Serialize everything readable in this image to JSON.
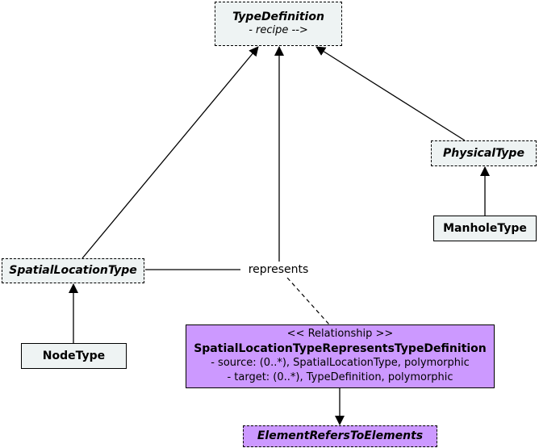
{
  "nodes": {
    "type_definition": {
      "name": "TypeDefinition",
      "note": "- recipe -->"
    },
    "physical_type": {
      "name": "PhysicalType"
    },
    "manhole_type": {
      "name": "ManholeType"
    },
    "spatial_location_type": {
      "name": "SpatialLocationType"
    },
    "node_type": {
      "name": "NodeType"
    },
    "element_refers_to_elements": {
      "name": "ElementRefersToElements"
    }
  },
  "relationship": {
    "stereotype": "<< Relationship >>",
    "name": "SpatialLocationTypeRepresentsTypeDefinition",
    "source": "- source: (0..*), SpatialLocationType, polymorphic",
    "target": "- target: (0..*), TypeDefinition, polymorphic"
  },
  "edge_label": "represents",
  "colors": {
    "class_fill": "#eef3f3",
    "relationship_fill": "#cc99ff",
    "line": "#000000"
  }
}
